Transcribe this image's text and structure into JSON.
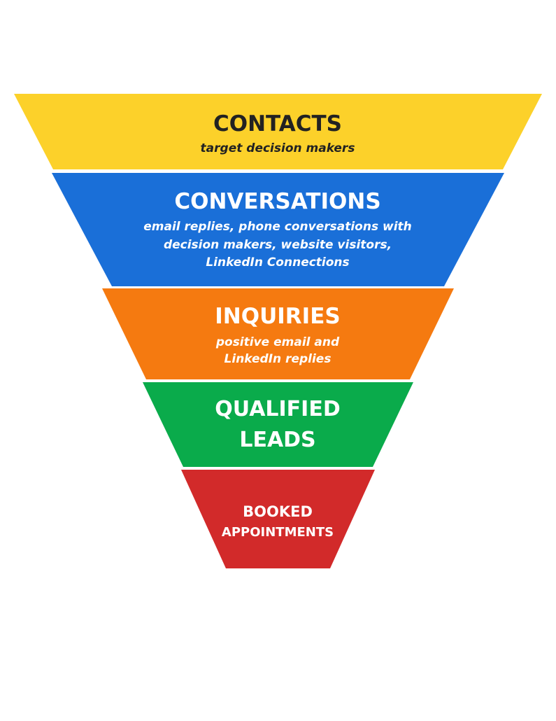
{
  "funnel": {
    "stages": [
      {
        "title": "CONTACTS",
        "subtitle_lines": [
          "target decision makers"
        ],
        "color": "#fcd12a",
        "text_color": "#222222"
      },
      {
        "title": "CONVERSATIONS",
        "subtitle_lines": [
          "email replies, phone conversations with",
          "decision makers, website visitors,",
          "LinkedIn Connections"
        ],
        "color": "#1a6fd8",
        "text_color": "#ffffff"
      },
      {
        "title": "INQUIRIES",
        "subtitle_lines": [
          "positive email and",
          "LinkedIn replies"
        ],
        "color": "#f57a10",
        "text_color": "#ffffff"
      },
      {
        "title_lines": [
          "QUALIFIED",
          "LEADS"
        ],
        "color": "#0aab4b",
        "text_color": "#ffffff"
      },
      {
        "title_lines": [
          "BOOKED",
          "APPOINTMENTS"
        ],
        "color": "#d22a2a",
        "text_color": "#ffffff"
      }
    ]
  }
}
